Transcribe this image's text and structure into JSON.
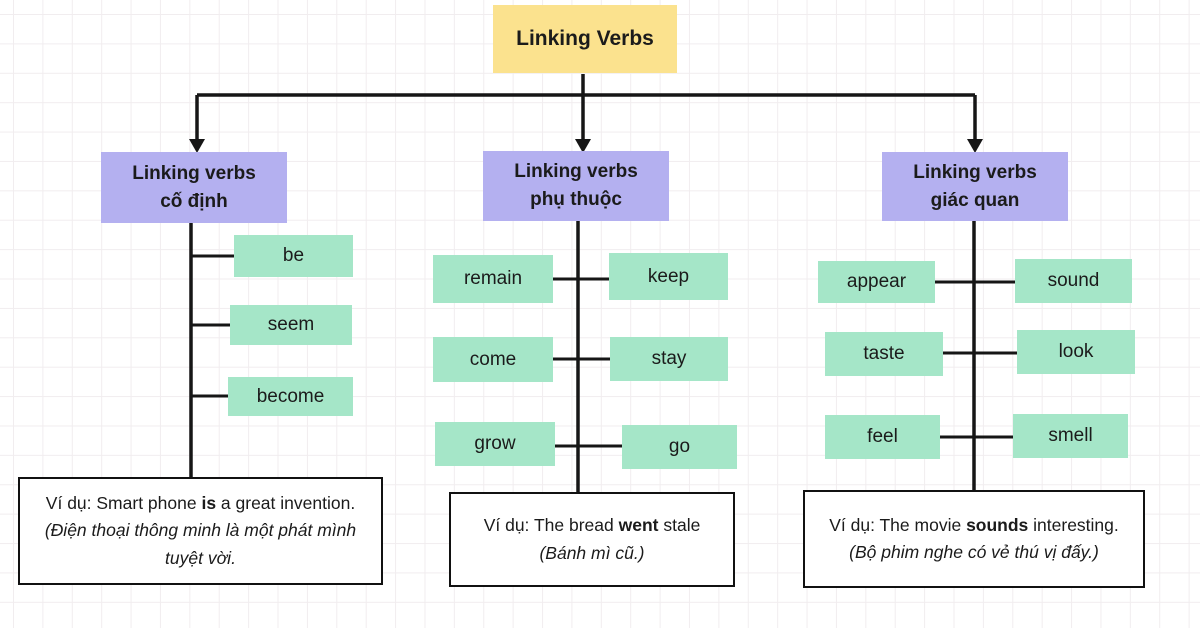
{
  "title": {
    "text": "Linking Verbs"
  },
  "colors": {
    "title_bg": "#FBE28E",
    "branch_bg": "#B4B0F0",
    "verb_bg": "#A5E6C8",
    "line": "#161616",
    "example_border": "#111111",
    "grid": "#F1EDEF"
  },
  "branches": [
    {
      "name_line1": "Linking verbs",
      "name_line2": "cố định",
      "verbs": [
        "be",
        "seem",
        "become"
      ],
      "example": {
        "prefix": "Ví dụ: Smart phone ",
        "bold": "is",
        "suffix": " a great invention.",
        "translation_line1": "(Điện thoại thông minh là một phát mình",
        "translation_line2": "tuyệt vời."
      }
    },
    {
      "name_line1": "Linking verbs",
      "name_line2": "phụ thuộc",
      "verbs": [
        "remain",
        "keep",
        "come",
        "stay",
        "grow",
        "go"
      ],
      "example": {
        "prefix": "Ví dụ: The bread ",
        "bold": "went",
        "suffix": " stale",
        "translation_line1": "(Bánh mì cũ.)"
      }
    },
    {
      "name_line1": "Linking verbs",
      "name_line2": "giác quan",
      "verbs": [
        "appear",
        "sound",
        "taste",
        "look",
        "feel",
        "smell"
      ],
      "example": {
        "prefix": "Ví dụ: The movie ",
        "bold": "sounds",
        "suffix": " interesting.",
        "translation_line1": "(Bộ phim nghe có vẻ thú vị đấy.)"
      }
    }
  ]
}
